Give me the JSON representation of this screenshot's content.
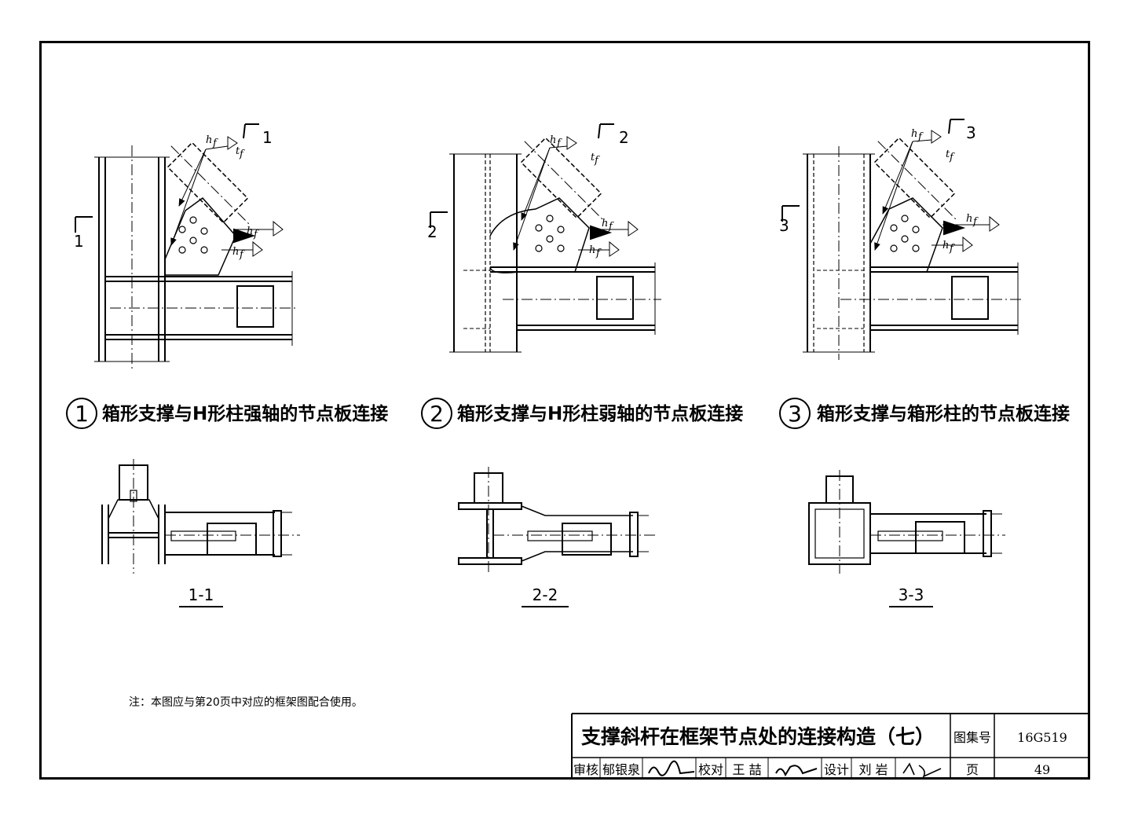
{
  "details": [
    {
      "number": "1",
      "caption": "箱形支撑与H形柱强轴的节点板连接",
      "cut_mark": "1",
      "section_label": "1-1"
    },
    {
      "number": "2",
      "caption": "箱形支撑与H形柱弱轴的节点板连接",
      "cut_mark": "2",
      "section_label": "2-2"
    },
    {
      "number": "3",
      "caption": "箱形支撑与箱形柱的节点板连接",
      "cut_mark": "3",
      "section_label": "3-3"
    }
  ],
  "weld_symbol": "h",
  "weld_sub": "f",
  "thickness_symbol": "t",
  "note": "注：本图应与第20页中对应的框架图配合使用。",
  "title_block": {
    "title": "支撑斜杆在框架节点处的连接构造（七）",
    "atlas_label": "图集号",
    "atlas_no": "16G519",
    "review_label": "审核",
    "reviewer": "郁银泉",
    "check_label": "校对",
    "checker": "王 喆",
    "design_label": "设计",
    "designer": "刘 岩",
    "page_label": "页",
    "page_no": "49"
  }
}
